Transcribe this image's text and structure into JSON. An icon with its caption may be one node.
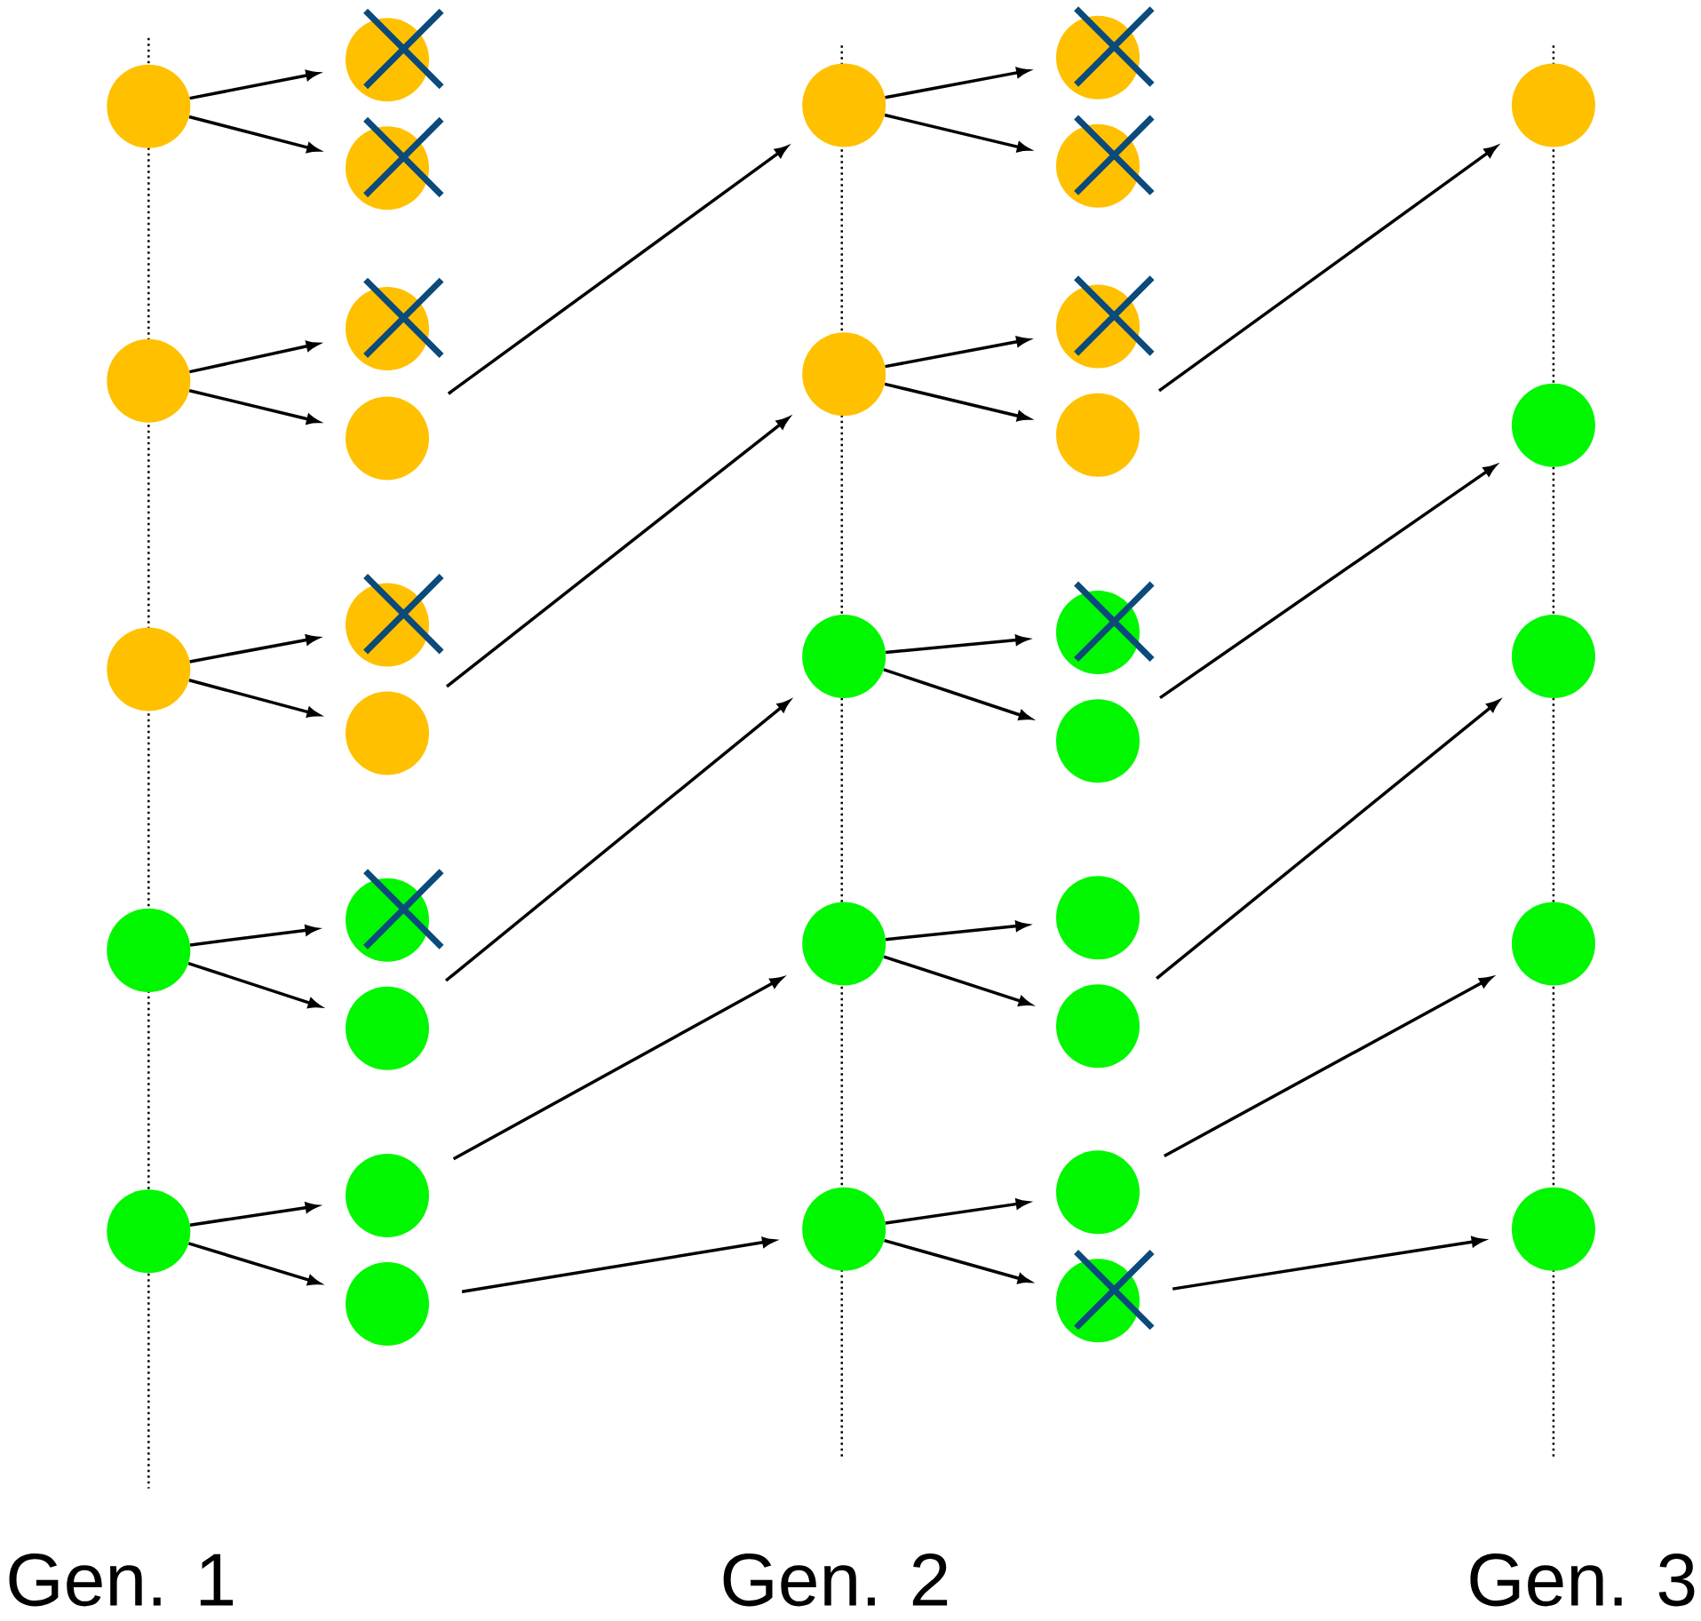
{
  "diagram": {
    "nodes": [
      {
        "text": [],
        "shape": "circle"
      },
      {
        "text": [],
        "shape": "circle"
      },
      {
        "text": [],
        "shape": "circle"
      },
      {
        "text": [],
        "shape": "circle"
      },
      {
        "text": [],
        "shape": "circle"
      },
      {
        "text": [],
        "shape": "circle"
      },
      {
        "text": [],
        "shape": "circle"
      },
      {
        "text": [],
        "shape": "circle"
      },
      {
        "text": [],
        "shape": "circle"
      },
      {
        "text": [],
        "shape": "circle"
      },
      {
        "text": [],
        "shape": "circle"
      },
      {
        "text": [],
        "shape": "circle"
      },
      {
        "text": [],
        "shape": "circle"
      },
      {
        "text": [],
        "shape": "circle"
      },
      {
        "text": [],
        "shape": "circle"
      },
      {
        "text": [],
        "shape": "circle"
      },
      {
        "text": [],
        "shape": "circle"
      },
      {
        "text": [],
        "shape": "circle"
      },
      {
        "text": [],
        "shape": "circle"
      },
      {
        "text": [],
        "shape": "circle"
      },
      {
        "text": [],
        "shape": "circle"
      },
      {
        "text": [],
        "shape": "circle"
      },
      {
        "text": [],
        "shape": "circle"
      },
      {
        "text": [],
        "shape": "circle"
      },
      {
        "text": [],
        "shape": "circle"
      },
      {
        "text": [],
        "shape": "circle"
      },
      {
        "text": [],
        "shape": "circle"
      },
      {
        "text": [],
        "shape": "circle"
      },
      {
        "text": [],
        "shape": "circle"
      },
      {
        "text": [],
        "shape": "circle"
      },
      {
        "text": [],
        "shape": "circle"
      },
      {
        "text": [],
        "shape": "circle"
      },
      {
        "text": [],
        "shape": "circle"
      },
      {
        "text": [],
        "shape": "circle"
      },
      {
        "text": [],
        "shape": "circle"
      }
    ],
    "edges": [
      {
        "from": 0,
        "to": 5,
        "arrow": "to"
      },
      {
        "from": 0,
        "to": 6,
        "arrow": "to"
      },
      {
        "from": 1,
        "to": 7,
        "arrow": "to"
      },
      {
        "from": 1,
        "to": 8,
        "arrow": "to"
      },
      {
        "from": 2,
        "to": 9,
        "arrow": "to"
      },
      {
        "from": 2,
        "to": 10,
        "arrow": "to"
      },
      {
        "from": 3,
        "to": 11,
        "arrow": "to"
      },
      {
        "from": 3,
        "to": 12,
        "arrow": "to"
      },
      {
        "from": 4,
        "to": 13,
        "arrow": "to"
      },
      {
        "from": 4,
        "to": 14,
        "arrow": "to"
      },
      {
        "from": 8,
        "to": 15,
        "arrow": "to"
      },
      {
        "from": 10,
        "to": 16,
        "arrow": "to"
      },
      {
        "from": 12,
        "to": 17,
        "arrow": "to"
      },
      {
        "from": 13,
        "to": 18,
        "arrow": "to"
      },
      {
        "from": 14,
        "to": 19,
        "arrow": "to"
      },
      {
        "from": 15,
        "to": 20,
        "arrow": "to"
      },
      {
        "from": 15,
        "to": 21,
        "arrow": "to"
      },
      {
        "from": 16,
        "to": 22,
        "arrow": "to"
      },
      {
        "from": 16,
        "to": 23,
        "arrow": "to"
      },
      {
        "from": 17,
        "to": 24,
        "arrow": "to"
      },
      {
        "from": 17,
        "to": 25,
        "arrow": "to"
      },
      {
        "from": 18,
        "to": 26,
        "arrow": "to"
      },
      {
        "from": 18,
        "to": 27,
        "arrow": "to"
      },
      {
        "from": 19,
        "to": 28,
        "arrow": "to"
      },
      {
        "from": 19,
        "to": 29,
        "arrow": "to"
      },
      {
        "from": 23,
        "to": 30,
        "arrow": "to"
      },
      {
        "from": 25,
        "to": 31,
        "arrow": "to"
      },
      {
        "from": 27,
        "to": 32,
        "arrow": "to"
      },
      {
        "from": 28,
        "to": 33,
        "arrow": "to"
      },
      {
        "from": 29,
        "to": 34,
        "arrow": "to"
      }
    ],
    "labels": [
      "Gen. 1",
      "Gen. 2",
      "Gen. 3"
    ]
  }
}
